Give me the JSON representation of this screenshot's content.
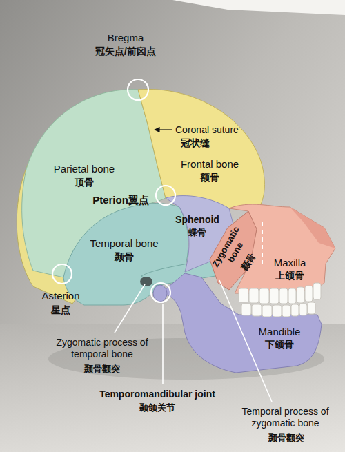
{
  "diagram": {
    "labels": [
      "Bregma",
      "冠矢点/前囟点",
      "Coronal suture",
      "冠状缝",
      "Parietal bone",
      "顶骨",
      "Frontal bone",
      "额骨",
      "Pterion翼点",
      "Sphenoid",
      "蝶骨",
      "Zygomatic bone",
      "颧骨",
      "Maxilla",
      "上颌骨",
      "Temporal bone",
      "颞骨",
      "Asterion",
      "星点",
      "Mandible",
      "下颌骨",
      "Zygomatic process of temporal bone",
      "颞骨颧突",
      "Temporomandibular joint",
      "颞颌关节",
      "Temporal process of zygomatic bone",
      "颞骨颧突"
    ]
  }
}
